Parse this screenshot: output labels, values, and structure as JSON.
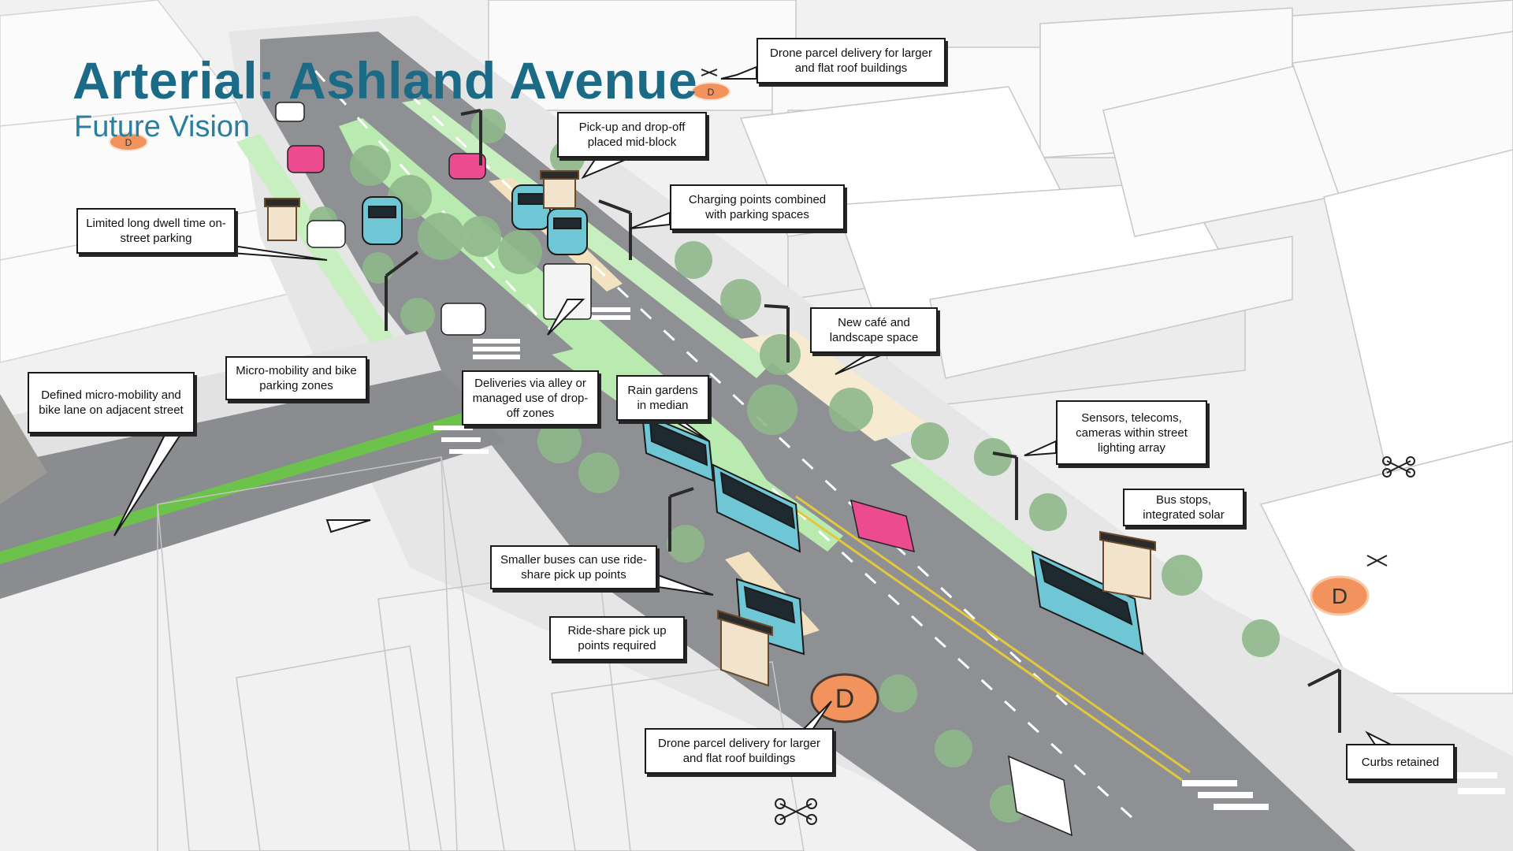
{
  "header": {
    "title": "Arterial: Ashland Avenue",
    "subtitle": "Future Vision"
  },
  "callouts": [
    {
      "id": "drone-top",
      "text": "Drone parcel delivery for larger and flat roof buildings"
    },
    {
      "id": "pickup-midblock",
      "text": "Pick-up and drop-off placed mid-block"
    },
    {
      "id": "charging",
      "text": "Charging points combined with parking spaces"
    },
    {
      "id": "long-dwell",
      "text": "Limited long dwell time on-street parking"
    },
    {
      "id": "cafe",
      "text": "New café and landscape space"
    },
    {
      "id": "micro-parking",
      "text": "Micro-mobility and bike parking zones"
    },
    {
      "id": "bike-lane",
      "text": "Defined micro-mobility and bike lane on adjacent street"
    },
    {
      "id": "deliveries",
      "text": "Deliveries via alley or managed use of drop-off zones"
    },
    {
      "id": "rain-gardens",
      "text": "Rain gardens in median"
    },
    {
      "id": "sensors",
      "text": "Sensors, telecoms, cameras within street lighting array"
    },
    {
      "id": "bus-stops",
      "text": "Bus stops, integrated solar"
    },
    {
      "id": "smaller-buses",
      "text": "Smaller buses can use ride-share pick up points"
    },
    {
      "id": "rideshare",
      "text": "Ride-share pick up points required"
    },
    {
      "id": "drone-bottom",
      "text": "Drone parcel delivery for larger and flat roof buildings"
    },
    {
      "id": "curbs",
      "text": "Curbs retained"
    }
  ],
  "pads": [
    {
      "id": "pad-top",
      "label": "D"
    },
    {
      "id": "pad-left",
      "label": "D"
    },
    {
      "id": "pad-right",
      "label": "D"
    },
    {
      "id": "pad-bottom",
      "label": "D"
    }
  ],
  "colors": {
    "title": "#1b6a86",
    "road": "#8e9093",
    "bike_lane": "#6cc24a",
    "green_strip": "#b9eab0",
    "building": "#f4f4f4",
    "bus": "#6fc7d6",
    "car_pink": "#ec4b8f",
    "pad": "#f2935e",
    "tree": "#8fb88c",
    "sidewalk_tan": "#f3e2bf"
  },
  "icons": [
    "drone-icon",
    "bus-icon",
    "tree-icon",
    "delivery-pad-icon",
    "bus-shelter-icon",
    "traffic-signal-icon"
  ]
}
